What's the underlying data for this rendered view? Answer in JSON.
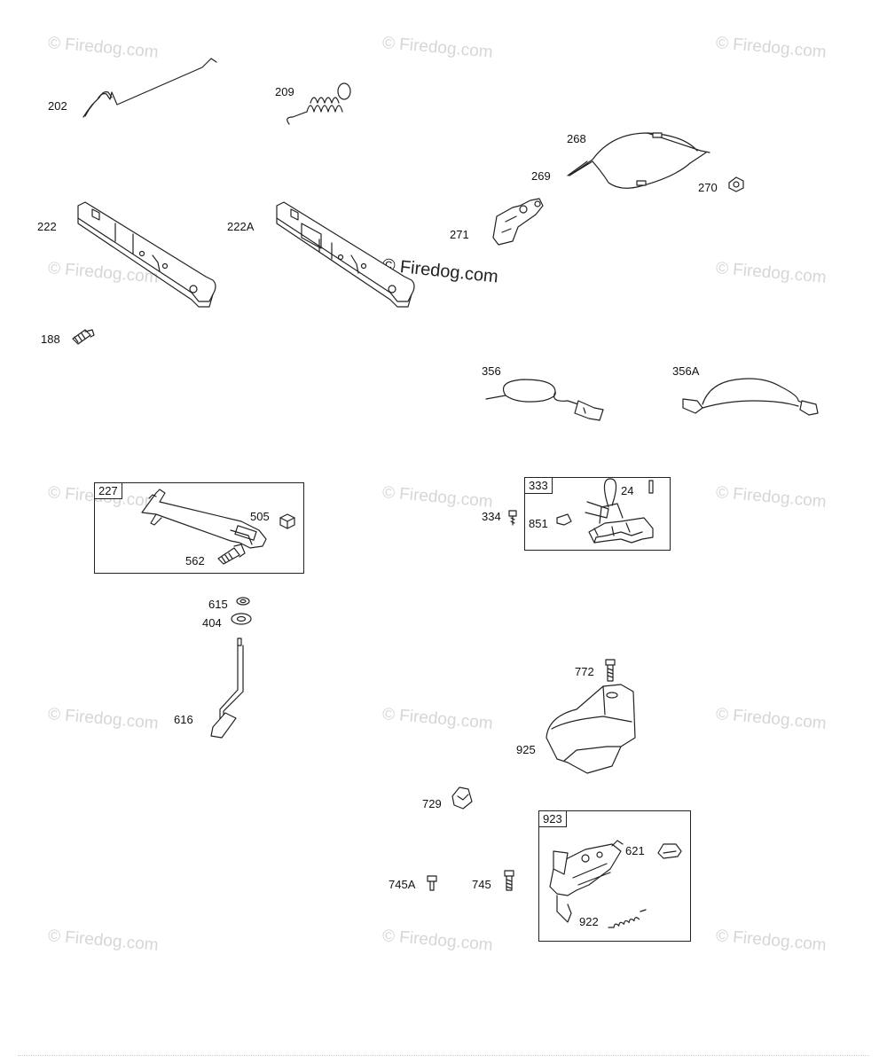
{
  "diagram": {
    "watermark_text": "© Firedog.com",
    "watermark_center_text": "© Firedog.com",
    "part_labels": {
      "p202": "202",
      "p209": "209",
      "p268": "268",
      "p269": "269",
      "p270": "270",
      "p271": "271",
      "p222": "222",
      "p222A": "222A",
      "p188": "188",
      "p356": "356",
      "p356A": "356A",
      "p227": "227",
      "p505": "505",
      "p562": "562",
      "p333": "333",
      "p24": "24",
      "p334": "334",
      "p851": "851",
      "p615": "615",
      "p404": "404",
      "p616": "616",
      "p772": "772",
      "p925": "925",
      "p729": "729",
      "p923": "923",
      "p621": "621",
      "p745A": "745A",
      "p745": "745",
      "p922": "922"
    },
    "colors": {
      "line": "#222222",
      "watermark": "#d6d6d6",
      "fill": "#ffffff",
      "shade": "#bfbfbf"
    }
  }
}
